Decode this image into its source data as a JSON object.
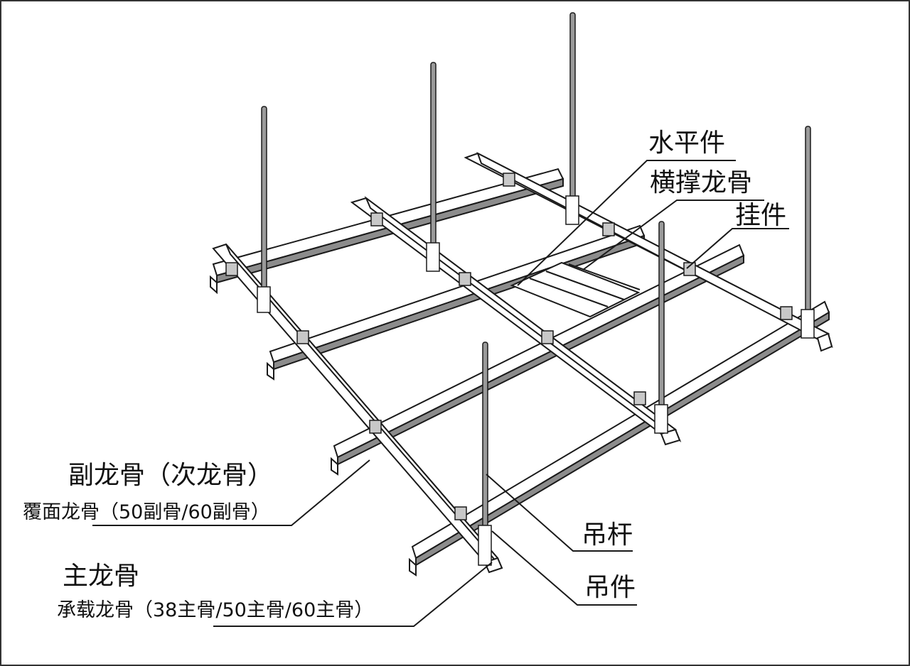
{
  "labels": {
    "horizontal_piece": "水平件",
    "cross_brace_keel": "横撑龙骨",
    "hanger_clip": "挂件",
    "secondary_keel": "副龙骨（次龙骨）",
    "secondary_keel_detail": "覆面龙骨（50副骨/60副骨）",
    "main_keel": "主龙骨",
    "main_keel_detail": "承载龙骨（38主骨/50主骨/60主骨）",
    "hanger_rod": "吊杆",
    "hanger_piece": "吊件"
  },
  "colors": {
    "line": "#1a1a1a",
    "rod": "#9a9a9a",
    "channel_groove": "#8c8c8c",
    "clip": "#c8c8c8",
    "background": "#ffffff"
  }
}
